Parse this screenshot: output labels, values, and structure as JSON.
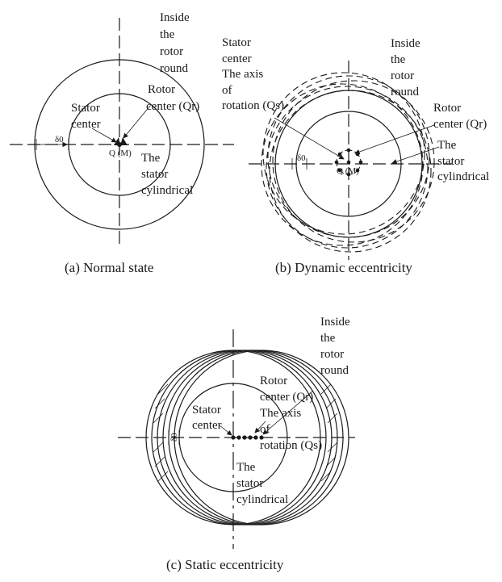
{
  "panel_a": {
    "caption": "(a) Normal state",
    "inside_rotor_round": [
      "Inside",
      "the",
      "rotor",
      "round"
    ],
    "rotor_center": [
      "Rotor",
      "center (Qr)"
    ],
    "stator_center": [
      "Stator",
      "center"
    ],
    "delta_label": "δ0",
    "q_label": "Q (M)",
    "stator_cylindrical": [
      "The",
      "stator",
      "cylindrical"
    ]
  },
  "panel_b": {
    "caption": "(b) Dynamic eccentricity",
    "stator_center_axis": [
      "Stator",
      "center",
      "The axis",
      "of",
      "rotation (Qs)"
    ],
    "inside_rotor_round": [
      "Inside",
      "the",
      "rotor",
      "round"
    ],
    "rotor_center": [
      "Rotor",
      "center (Qr)"
    ],
    "stator_cylindrical": [
      "The",
      "stator",
      "cylindrical"
    ],
    "delta_label": "δ0",
    "q_label": "Q (M)"
  },
  "panel_c": {
    "caption": "(c) Static eccentricity",
    "inside_rotor_round": [
      "Inside",
      "the",
      "rotor",
      "round"
    ],
    "rotor_center_axis": [
      "Rotor",
      "center (Qr)",
      "The axis",
      "of",
      "rotation (Qs)"
    ],
    "stator_center": [
      "Stator",
      "center"
    ],
    "stator_cylindrical": [
      "The",
      "stator",
      "cylindrical"
    ],
    "delta_label": "δ0"
  }
}
